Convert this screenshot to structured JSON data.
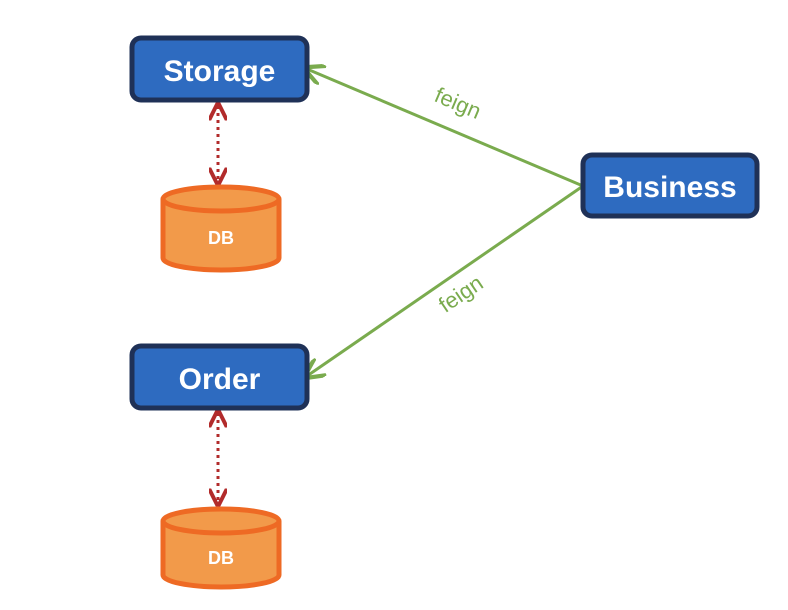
{
  "nodes": {
    "storage": "Storage",
    "order": "Order",
    "business": "Business",
    "storage_db": "DB",
    "order_db": "DB"
  },
  "edges": {
    "business_to_storage": "feign",
    "business_to_order": "feign"
  },
  "colors": {
    "service_fill": "#2e6bc0",
    "service_border": "#1f3157",
    "db_fill": "#f29a4a",
    "db_border": "#ee6a24",
    "feign_line": "#7aab4e",
    "db_link": "#b22b2b"
  }
}
